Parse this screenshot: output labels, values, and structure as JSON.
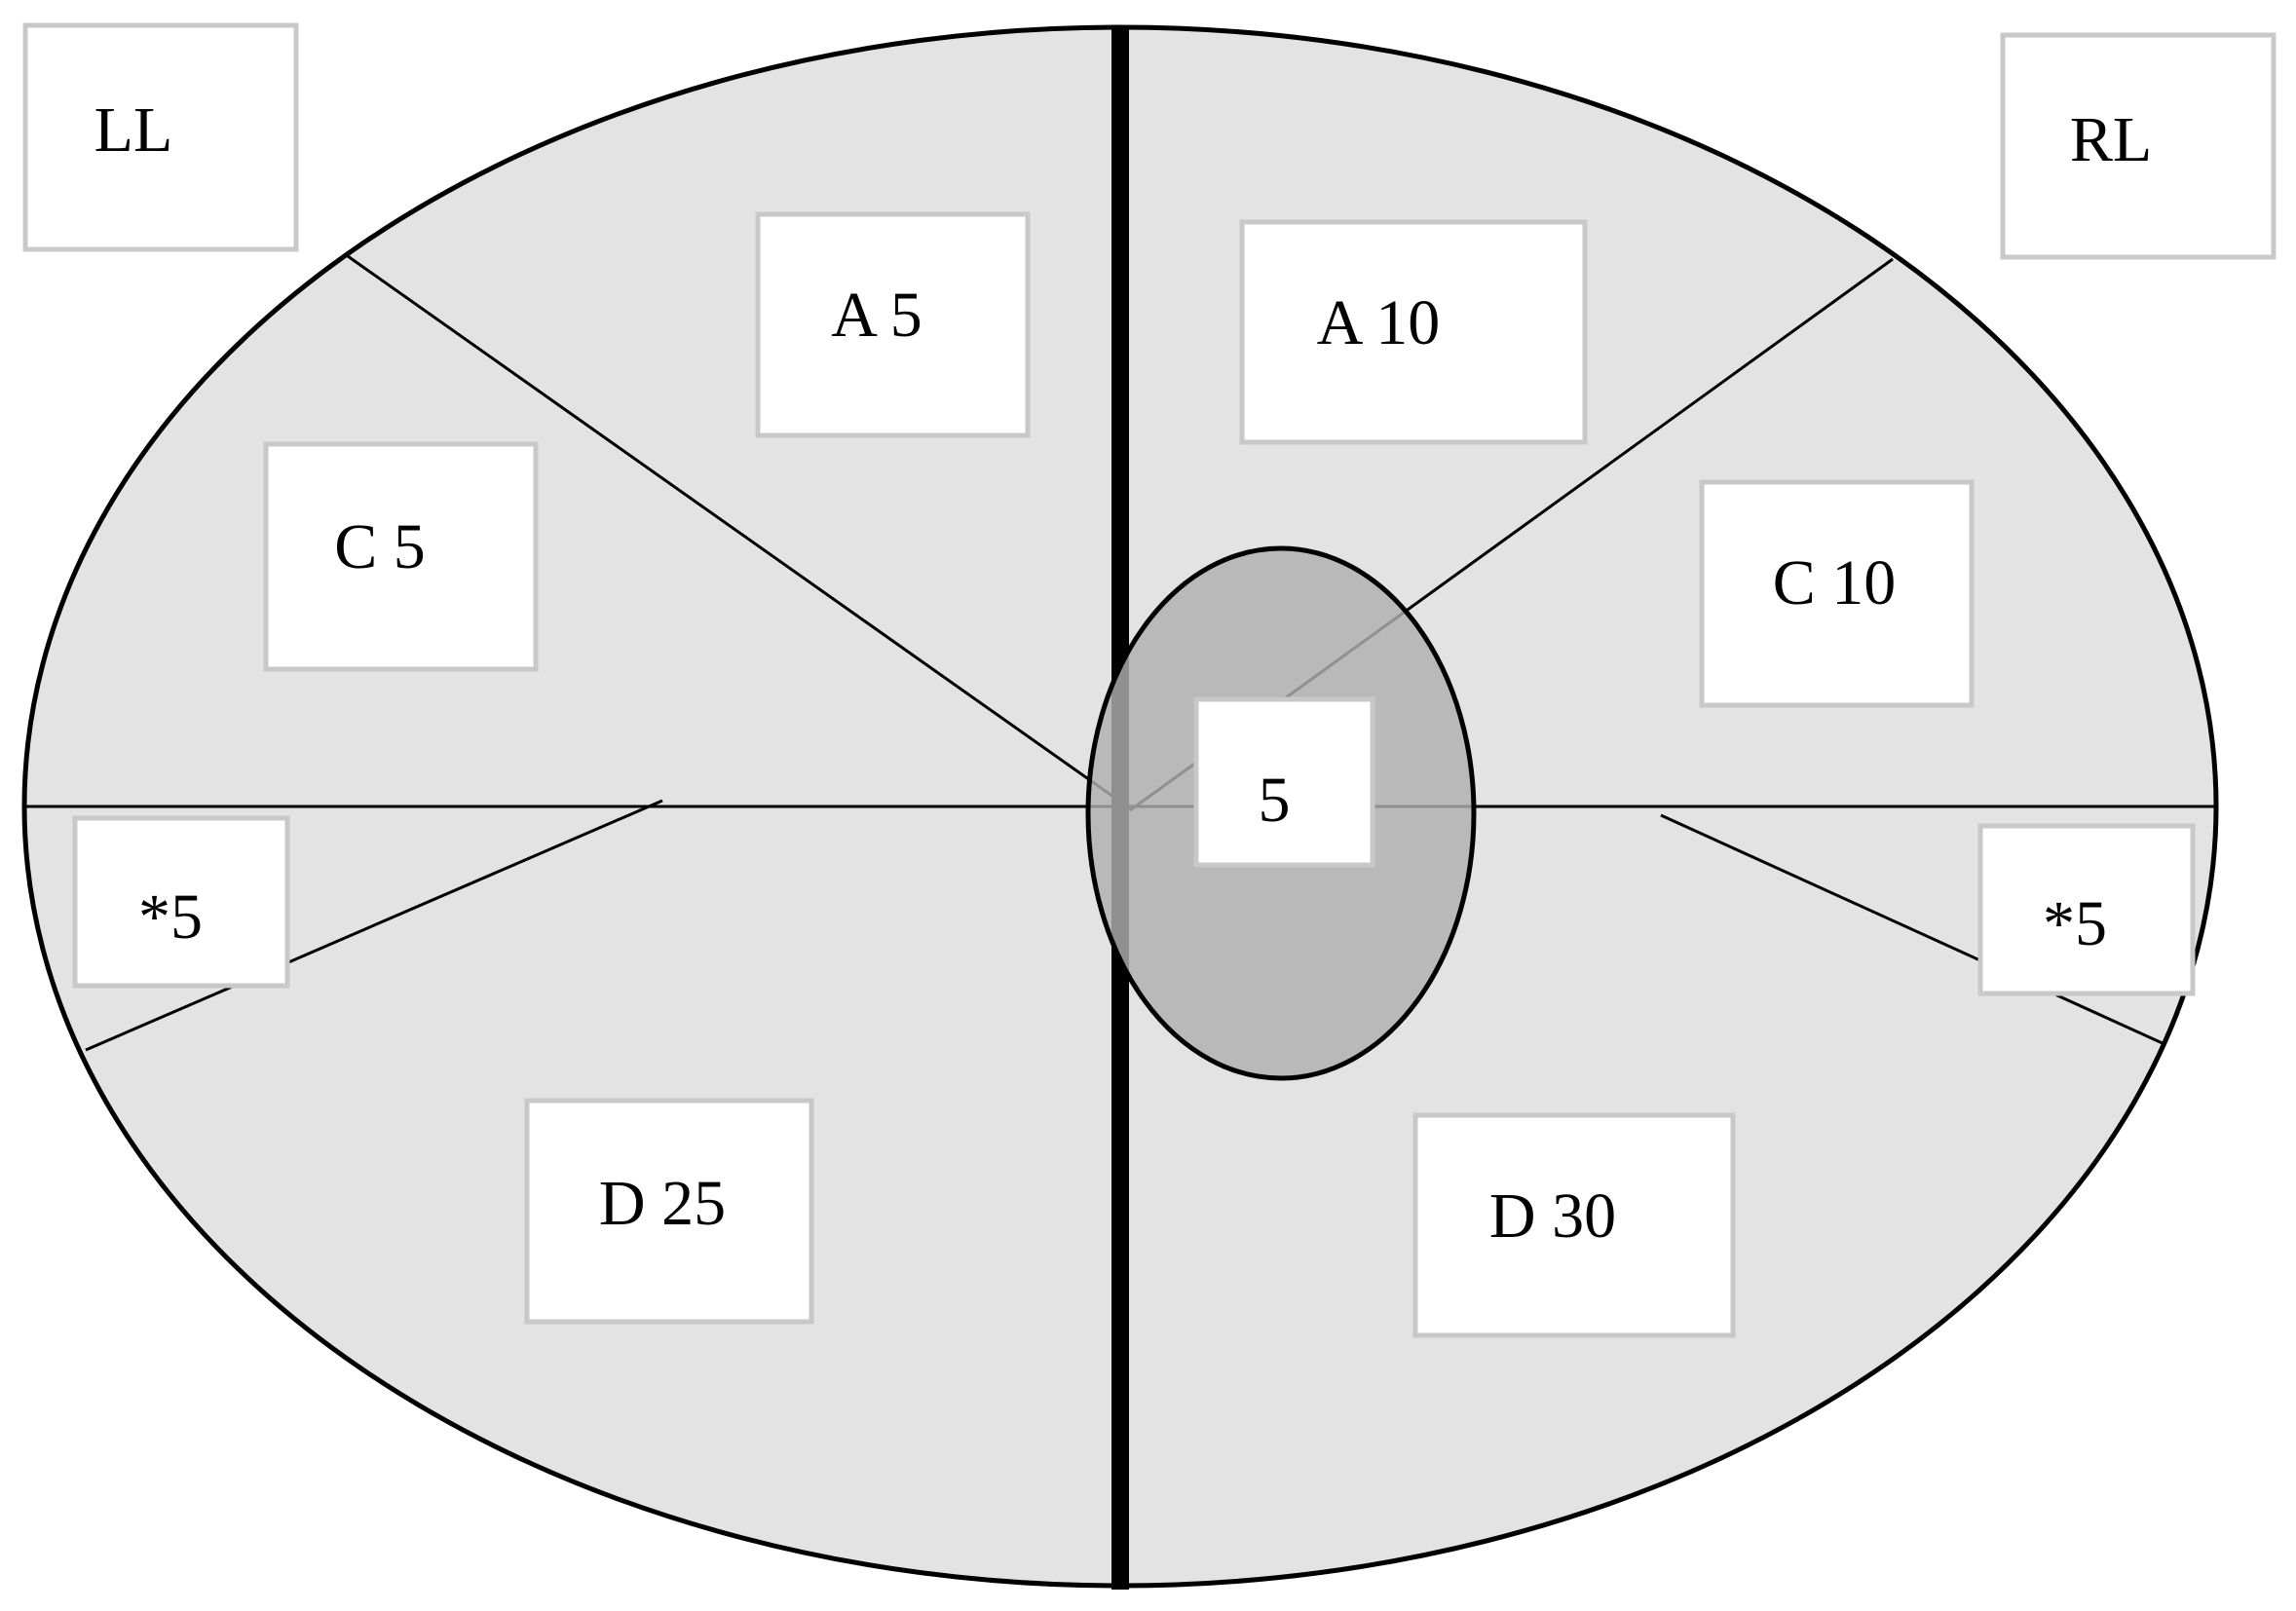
{
  "corner_labels": {
    "left": "LL",
    "right": "RL"
  },
  "regions": {
    "left_a": "A 5",
    "left_c": "C 5",
    "left_star": "*5",
    "left_d": "D 25",
    "right_a": "A 10",
    "right_c": "C 10",
    "right_star": "*5",
    "right_d": "D 30",
    "center": "5"
  },
  "colors": {
    "region_fill": "#e3e3e3",
    "center_fill": "#b0b0b0",
    "outline": "#000000",
    "box_fill": "#ffffff",
    "box_border": "#c8c8c8"
  }
}
